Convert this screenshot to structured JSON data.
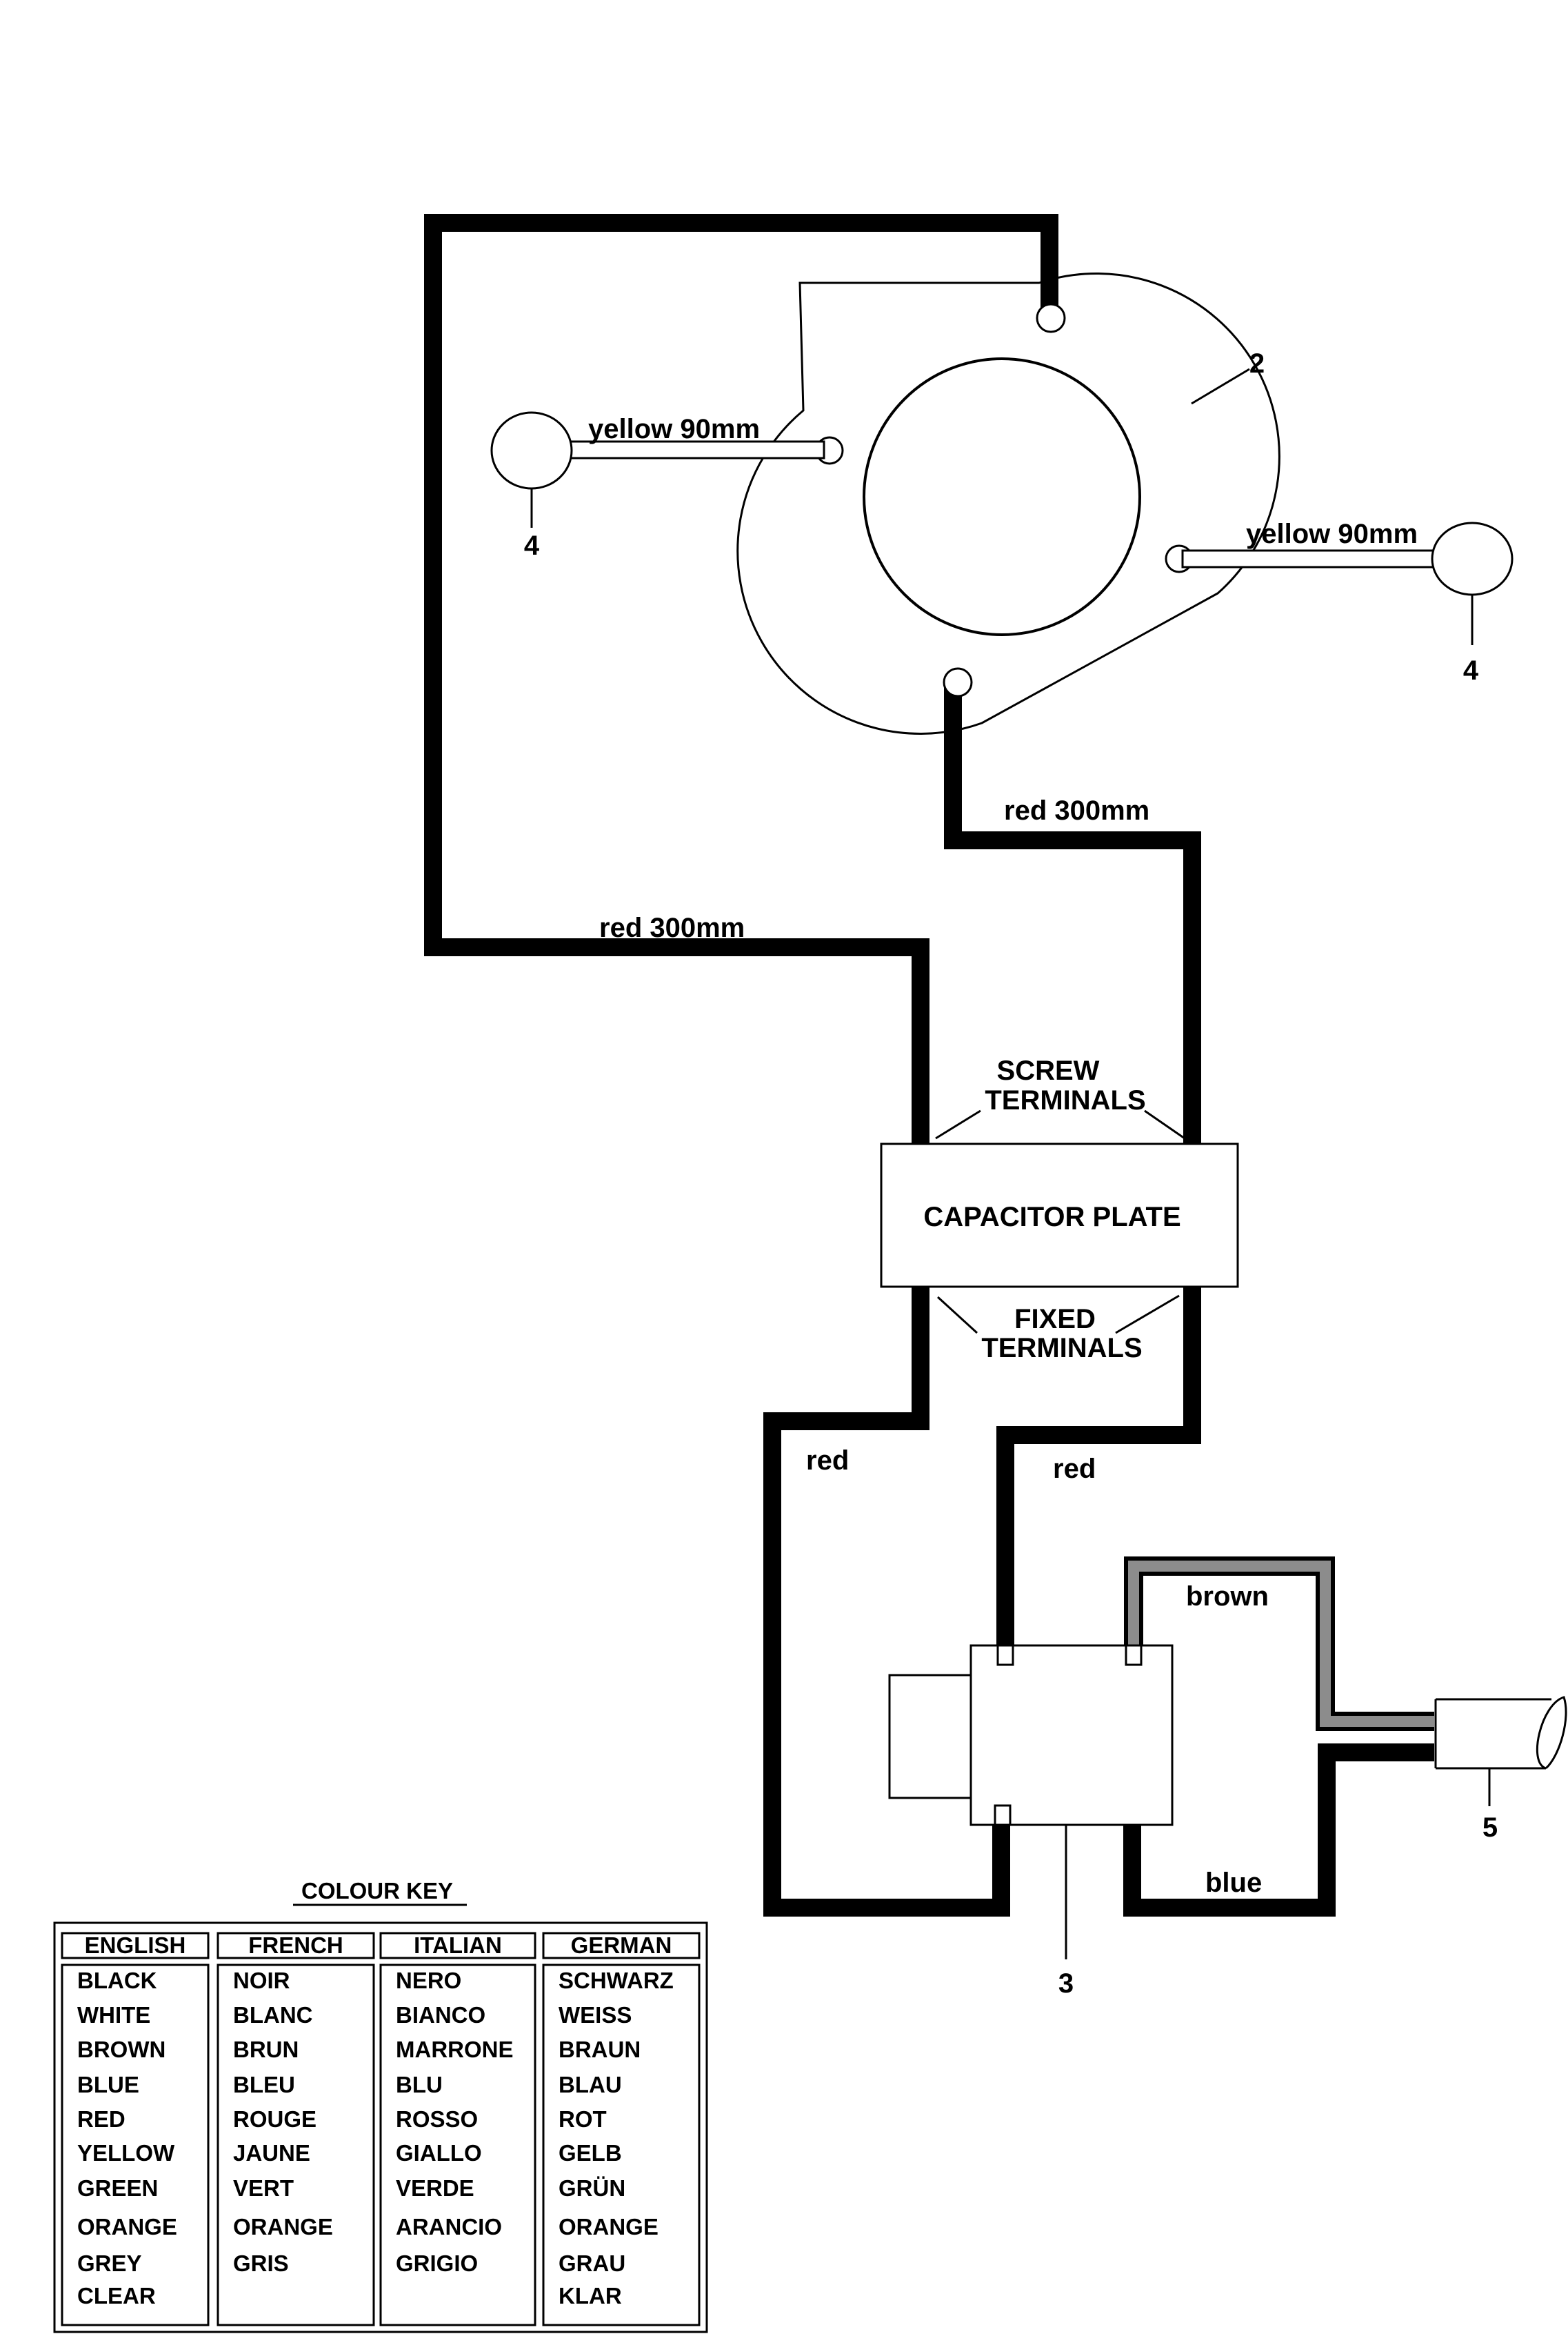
{
  "wires": {
    "motor_left_lead": "yellow 90mm",
    "motor_right_lead": "yellow 90mm",
    "motor_lower_lead": "red 300mm",
    "motor_upper_lead": "red 300mm",
    "switch_left_lead": "red",
    "switch_right_lead": "red",
    "mains_brown": "brown",
    "mains_blue": "blue"
  },
  "capacitor": {
    "label": "CAPACITOR PLATE",
    "screw_terminals": [
      "SCREW",
      "TERMINALS"
    ],
    "fixed_terminals": [
      "FIXED",
      "TERMINALS"
    ]
  },
  "callouts": {
    "motor": "2",
    "switch": "3",
    "brush_left": "4",
    "brush_right": "4",
    "cable": "5"
  },
  "colours": {
    "wire": "#000000",
    "brown_wire_fill": "#8c8c8c",
    "background": "#ffffff"
  },
  "colour_key": {
    "title": "COLOUR KEY",
    "columns": [
      {
        "header": "ENGLISH",
        "items": [
          "BLACK",
          "WHITE",
          "BROWN",
          "BLUE",
          "RED",
          "YELLOW",
          "GREEN",
          "ORANGE",
          "GREY",
          "CLEAR"
        ]
      },
      {
        "header": "FRENCH",
        "items": [
          "NOIR",
          "BLANC",
          "BRUN",
          "BLEU",
          "ROUGE",
          "JAUNE",
          "VERT",
          "ORANGE",
          "GRIS",
          ""
        ]
      },
      {
        "header": "ITALIAN",
        "items": [
          "NERO",
          "BIANCO",
          "MARRONE",
          "BLU",
          "ROSSO",
          "GIALLO",
          "VERDE",
          "ARANCIO",
          "GRIGIO",
          ""
        ]
      },
      {
        "header": "GERMAN",
        "items": [
          "SCHWARZ",
          "WEISS",
          "BRAUN",
          "BLAU",
          "ROT",
          "GELB",
          "GRÜN",
          "ORANGE",
          "GRAU",
          "KLAR"
        ]
      }
    ]
  }
}
